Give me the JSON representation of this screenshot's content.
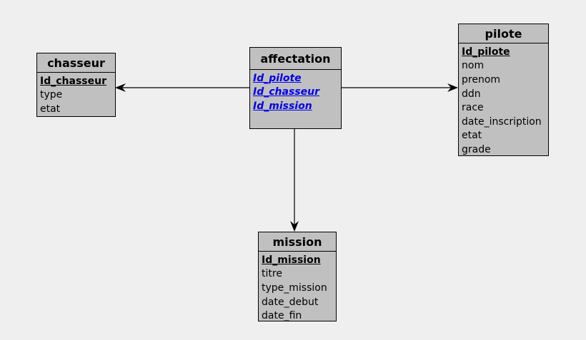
{
  "canvas": {
    "background_color": "#efefef"
  },
  "colors": {
    "table_fill": "#c0c0c0",
    "table_border": "#000000",
    "text": "#000000",
    "foreign_key_text": "#0000ee"
  },
  "tables": [
    {
      "title": "chasseur",
      "fields": [
        {
          "name": "Id_chasseur",
          "role": "primary-key"
        },
        {
          "name": "type",
          "role": "attribute"
        },
        {
          "name": "etat",
          "role": "attribute"
        }
      ]
    },
    {
      "title": "affectation",
      "fields": [
        {
          "name": "Id_pilote",
          "role": "foreign-key"
        },
        {
          "name": "Id_chasseur",
          "role": "foreign-key"
        },
        {
          "name": "Id_mission",
          "role": "foreign-key"
        }
      ]
    },
    {
      "title": "pilote",
      "fields": [
        {
          "name": "Id_pilote",
          "role": "primary-key"
        },
        {
          "name": "nom",
          "role": "attribute"
        },
        {
          "name": "prenom",
          "role": "attribute"
        },
        {
          "name": "ddn",
          "role": "attribute"
        },
        {
          "name": "race",
          "role": "attribute"
        },
        {
          "name": "date_inscription",
          "role": "attribute"
        },
        {
          "name": "etat",
          "role": "attribute"
        },
        {
          "name": "grade",
          "role": "attribute"
        }
      ]
    },
    {
      "title": "mission",
      "fields": [
        {
          "name": "Id_mission",
          "role": "primary-key"
        },
        {
          "name": "titre",
          "role": "attribute"
        },
        {
          "name": "type_mission",
          "role": "attribute"
        },
        {
          "name": "date_debut",
          "role": "attribute"
        },
        {
          "name": "date_fin",
          "role": "attribute"
        }
      ]
    }
  ],
  "connections": [
    {
      "from": "affectation",
      "to": "chasseur",
      "arrow_points_at": "chasseur"
    },
    {
      "from": "affectation",
      "to": "pilote",
      "arrow_points_at": "pilote"
    },
    {
      "from": "affectation",
      "to": "mission",
      "arrow_points_at": "mission"
    }
  ]
}
